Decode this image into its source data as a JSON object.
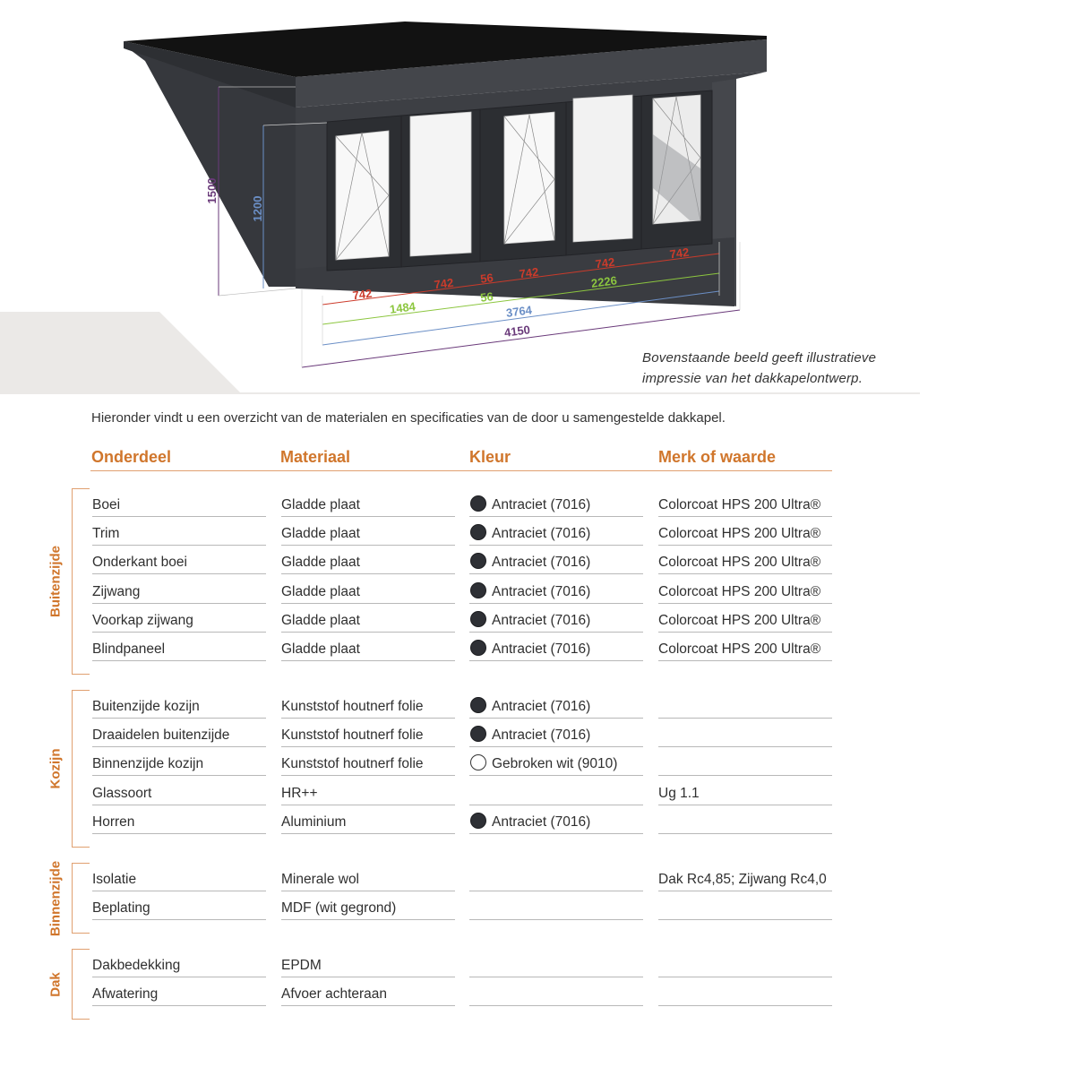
{
  "illustration": {
    "dimensions": {
      "height_total": "1500",
      "height_window": "1200",
      "window_widths": [
        "742",
        "742",
        "742",
        "742",
        "742"
      ],
      "mullion_widths": [
        "56",
        "56"
      ],
      "group_widths": [
        "1484",
        "2226"
      ],
      "frame_width": "3764",
      "total_width": "4150"
    },
    "colors": {
      "body": "#3d3f44",
      "roof": "#131313",
      "red": "#cc3b2b",
      "green": "#8cc63f",
      "blue": "#6b8fc6",
      "purple": "#6a3a7a"
    },
    "caption": [
      "Bovenstaande beeld geeft illustratieve",
      "impressie van het dakkapelontwerp."
    ]
  },
  "intro": "Hieronder vindt u een overzicht van de materialen en specificaties van de door u samengestelde dakkapel.",
  "headers": {
    "onderdeel": "Onderdeel",
    "materiaal": "Materiaal",
    "kleur": "Kleur",
    "merk": "Merk of waarde"
  },
  "groups": [
    {
      "label": "Buitenzijde",
      "rows": [
        {
          "onderdeel": "Boei",
          "materiaal": "Gladde plaat",
          "kleur": "Antraciet (7016)",
          "swatch": "dark",
          "merk": "Colorcoat HPS 200 Ultra®"
        },
        {
          "onderdeel": "Trim",
          "materiaal": "Gladde plaat",
          "kleur": "Antraciet (7016)",
          "swatch": "dark",
          "merk": "Colorcoat HPS 200 Ultra®"
        },
        {
          "onderdeel": "Onderkant boei",
          "materiaal": "Gladde plaat",
          "kleur": "Antraciet (7016)",
          "swatch": "dark",
          "merk": "Colorcoat HPS 200 Ultra®"
        },
        {
          "onderdeel": "Zijwang",
          "materiaal": "Gladde plaat",
          "kleur": "Antraciet (7016)",
          "swatch": "dark",
          "merk": "Colorcoat HPS 200 Ultra®"
        },
        {
          "onderdeel": "Voorkap zijwang",
          "materiaal": "Gladde plaat",
          "kleur": "Antraciet (7016)",
          "swatch": "dark",
          "merk": "Colorcoat HPS 200 Ultra®"
        },
        {
          "onderdeel": "Blindpaneel",
          "materiaal": "Gladde plaat",
          "kleur": "Antraciet (7016)",
          "swatch": "dark",
          "merk": "Colorcoat HPS 200 Ultra®"
        }
      ]
    },
    {
      "label": "Kozijn",
      "rows": [
        {
          "onderdeel": "Buitenzijde kozijn",
          "materiaal": "Kunststof houtnerf folie",
          "kleur": "Antraciet (7016)",
          "swatch": "dark",
          "merk": ""
        },
        {
          "onderdeel": "Draaidelen buitenzijde",
          "materiaal": "Kunststof houtnerf folie",
          "kleur": "Antraciet (7016)",
          "swatch": "dark",
          "merk": ""
        },
        {
          "onderdeel": "Binnenzijde kozijn",
          "materiaal": "Kunststof houtnerf folie",
          "kleur": "Gebroken wit (9010)",
          "swatch": "light",
          "merk": ""
        },
        {
          "onderdeel": "Glassoort",
          "materiaal": "HR++",
          "kleur": "",
          "swatch": "",
          "merk": "Ug 1.1"
        },
        {
          "onderdeel": "Horren",
          "materiaal": "Aluminium",
          "kleur": "Antraciet (7016)",
          "swatch": "dark",
          "merk": ""
        }
      ]
    },
    {
      "label": "Binnenzijde",
      "rows": [
        {
          "onderdeel": "Isolatie",
          "materiaal": "Minerale wol",
          "kleur": "",
          "swatch": "",
          "merk": "Dak Rc4,85; Zijwang Rc4,0"
        },
        {
          "onderdeel": "Beplating",
          "materiaal": "MDF (wit gegrond)",
          "kleur": "",
          "swatch": "",
          "merk": ""
        }
      ]
    },
    {
      "label": "Dak",
      "rows": [
        {
          "onderdeel": "Dakbedekking",
          "materiaal": "EPDM",
          "kleur": "",
          "swatch": "",
          "merk": ""
        },
        {
          "onderdeel": "Afwatering",
          "materiaal": "Afvoer achteraan",
          "kleur": "",
          "swatch": "",
          "merk": ""
        }
      ]
    }
  ]
}
